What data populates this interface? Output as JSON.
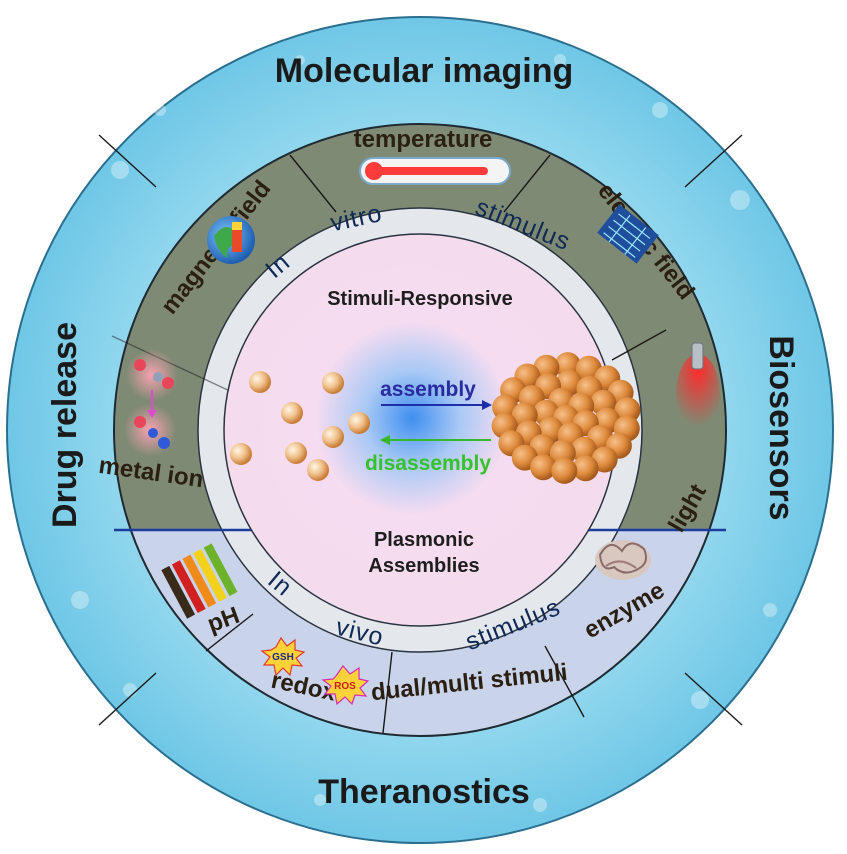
{
  "outer_ring": {
    "top": "Molecular imaging",
    "right": "Biosensors",
    "bottom": "Theranostics",
    "left": "Drug release"
  },
  "in_vitro": {
    "label_parts": [
      "In",
      "vitro",
      "stimulus"
    ],
    "stimuli": [
      "temperature",
      "magnetic field",
      "electric field",
      "metal ion",
      "light"
    ]
  },
  "in_vivo": {
    "label_parts": [
      "In",
      "vivo",
      "stimulus"
    ],
    "stimuli": [
      "pH",
      "redox",
      "dual/multi stimuli",
      "enzyme"
    ]
  },
  "icon_tags": {
    "gsh": "GSH",
    "ros": "ROS"
  },
  "center": {
    "title": "Stimuli-Responsive",
    "subtitle_line1": "Plasmonic",
    "subtitle_line2": "Assemblies",
    "forward_label": "assembly",
    "reverse_label": "disassembly"
  },
  "colors": {
    "outer_ring": "#8fd6ee",
    "band_in_vitro": "#7f8a74",
    "band_in_vivo": "#c9d3ea",
    "arc_in_vitro": "#e4e8ec",
    "center_fill": "#f4dcee",
    "assembly_text": "#2b2ba0",
    "disassembly_text": "#35c22a",
    "nanoparticle": "#d7893a"
  }
}
